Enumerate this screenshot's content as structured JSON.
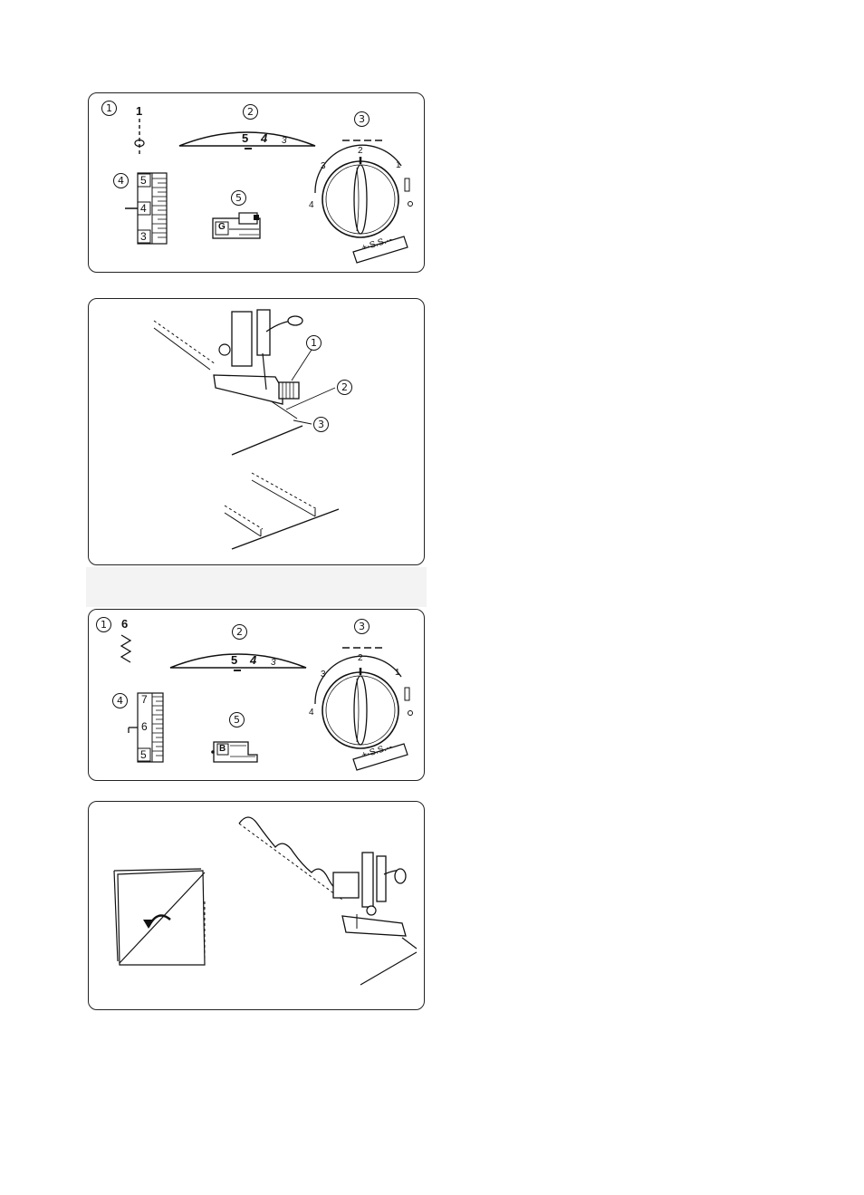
{
  "panel1": {
    "markers": {
      "m1": "1",
      "m2": "2",
      "m3": "3",
      "m4": "4",
      "m5": "5"
    },
    "pattern_number": "1",
    "tension_scale": {
      "major": "5",
      "mid": "4",
      "minor": "3"
    },
    "stitch_length_dial": {
      "tick_2": "2",
      "tick_1": "1",
      "tick_3": "3",
      "tick_4": "4",
      "ss_label": "+·S.S.·-"
    },
    "stitch_width_scale": {
      "top": "5",
      "middle": "4",
      "bottom": "3"
    },
    "foot_letter": "G"
  },
  "panel2": {
    "callouts": {
      "c1": "1",
      "c2": "2",
      "c3": "3"
    }
  },
  "panel3": {
    "markers": {
      "m1": "1",
      "m2": "2",
      "m3": "3",
      "m4": "4",
      "m5": "5"
    },
    "pattern_number": "6",
    "tension_scale": {
      "major": "5",
      "mid": "4",
      "minor": "3"
    },
    "stitch_length_dial": {
      "tick_2": "2",
      "tick_1": "1",
      "tick_3": "3",
      "tick_4": "4",
      "ss_label": "+·S.S.·-"
    },
    "stitch_width_scale": {
      "top": "7",
      "middle": "6",
      "bottom": "5"
    },
    "foot_letter": "B"
  },
  "icons": {
    "tension_dial": "tension-dial-icon",
    "stitch_length_dial": "stitch-length-dial-icon",
    "presser_foot": "presser-foot-icon",
    "width_scale": "stitch-width-scale-icon"
  }
}
